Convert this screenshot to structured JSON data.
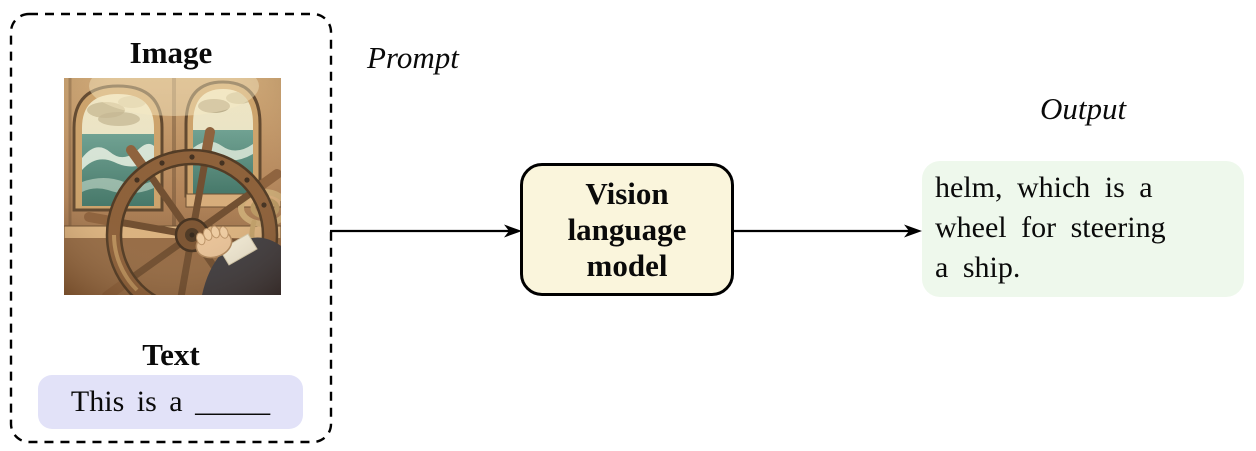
{
  "diagram": {
    "input_panel": {
      "image_section": {
        "label": "Image",
        "photo_description": "sepia photo: hand gripping a wooden ship helm wheel, two arched cabin windows showing teal ocean waves and cloudy sky, coiled rope at right"
      },
      "text_section": {
        "label": "Text",
        "prompt_text": "This is a _____"
      }
    },
    "prompt_label": "Prompt",
    "model": {
      "label_lines": [
        "Vision",
        "language",
        "model"
      ]
    },
    "output": {
      "label": "Output",
      "lines": [
        "helm, which is a",
        "wheel for steering",
        "a ship."
      ]
    },
    "colors": {
      "model_box_bg": "#FAF5DC",
      "text_box_bg": "#E2E2F8",
      "output_box_bg": "#EEF8EC",
      "stroke": "#000000"
    }
  }
}
